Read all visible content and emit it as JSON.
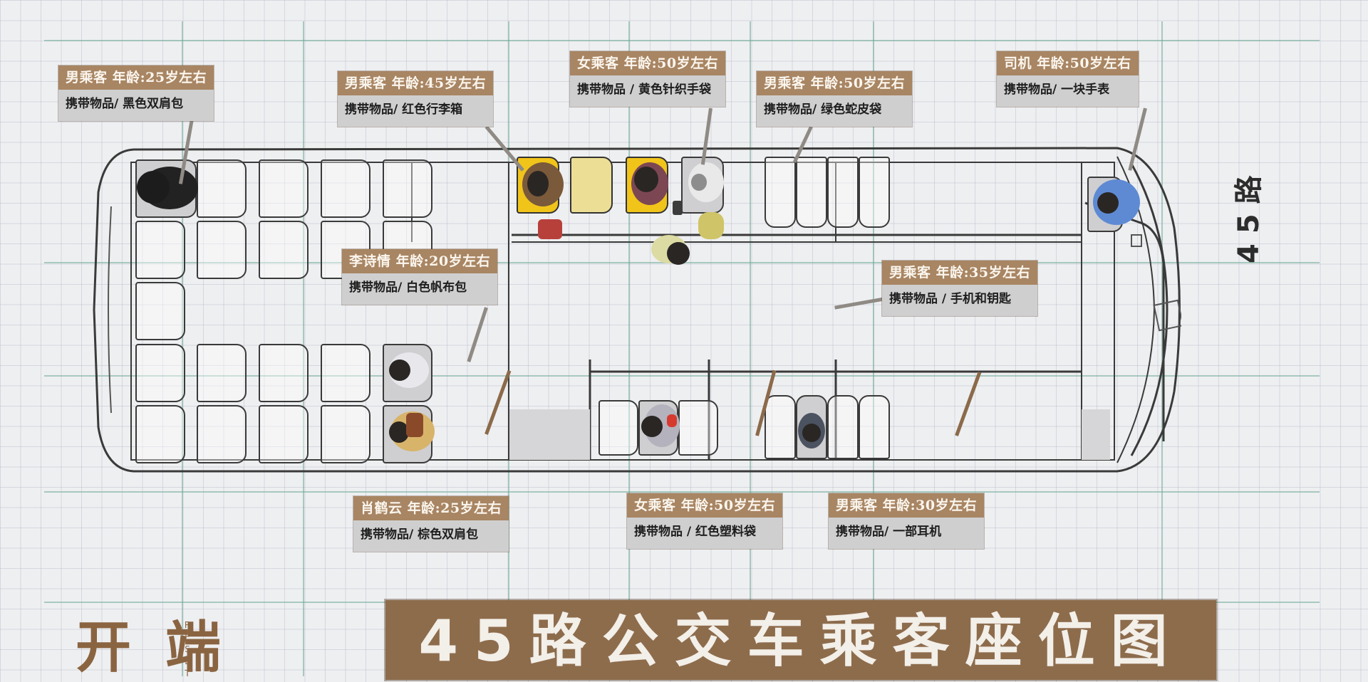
{
  "title": "45路公交车乘客座位图",
  "logo": {
    "text": "开端",
    "subtext": "RESET"
  },
  "bus": {
    "route_marking": "45路"
  },
  "colors": {
    "label_header": "#a88563",
    "label_body": "#cfcfd0",
    "banner": "#8d6c4c",
    "seat_highlight": "#f1c41a",
    "background": "#eeeff1"
  },
  "passengers": [
    {
      "id": "p1",
      "header": "男乘客  年龄:25岁左右",
      "item": "携带物品/ 黑色双肩包"
    },
    {
      "id": "p2",
      "header": "男乘客  年龄:45岁左右",
      "item": "携带物品/ 红色行李箱"
    },
    {
      "id": "p3",
      "header": "女乘客  年龄:50岁左右",
      "item": "携带物品 / 黄色针织手袋"
    },
    {
      "id": "p4",
      "header": "男乘客  年龄:50岁左右",
      "item": "携带物品/ 绿色蛇皮袋"
    },
    {
      "id": "p5",
      "header": "司机  年龄:50岁左右",
      "item": "携带物品/ 一块手表"
    },
    {
      "id": "p6",
      "header": "李诗情  年龄:20岁左右",
      "item": "携带物品/ 白色帆布包"
    },
    {
      "id": "p7",
      "header": "男乘客  年龄:35岁左右",
      "item": "携带物品 / 手机和钥匙"
    },
    {
      "id": "p8",
      "header": "肖鹤云  年龄:25岁左右",
      "item": "携带物品/ 棕色双肩包"
    },
    {
      "id": "p9",
      "header": "女乘客  年龄:50岁左右",
      "item": "携带物品 / 红色塑料袋"
    },
    {
      "id": "p10",
      "header": "男乘客  年龄:30岁左右",
      "item": "携带物品/ 一部耳机"
    }
  ]
}
